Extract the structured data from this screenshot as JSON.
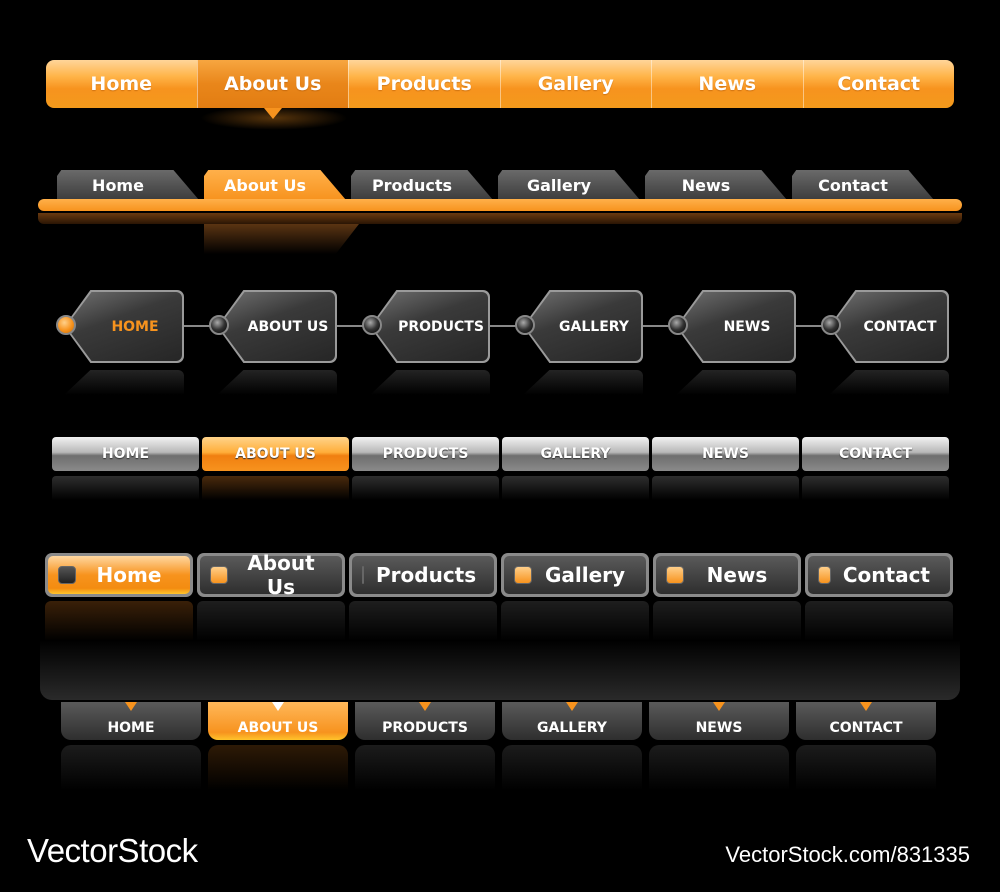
{
  "nav_items_title": [
    "Home",
    "About Us",
    "Products",
    "Gallery",
    "News",
    "Contact"
  ],
  "nav_items_upper": [
    "HOME",
    "ABOUT US",
    "PRODUCTS",
    "GALLERY",
    "NEWS",
    "CONTACT"
  ],
  "active_index": {
    "nav1": 1,
    "nav2": 1,
    "nav3": 0,
    "nav4": 1,
    "nav5": 0,
    "nav6": 1
  },
  "colors": {
    "accent": "#f7931e",
    "background": "#000000",
    "button_dark": "#3c3c3c"
  },
  "footer": {
    "logo": "VectorStock",
    "url": "VectorStock.com/831335"
  }
}
